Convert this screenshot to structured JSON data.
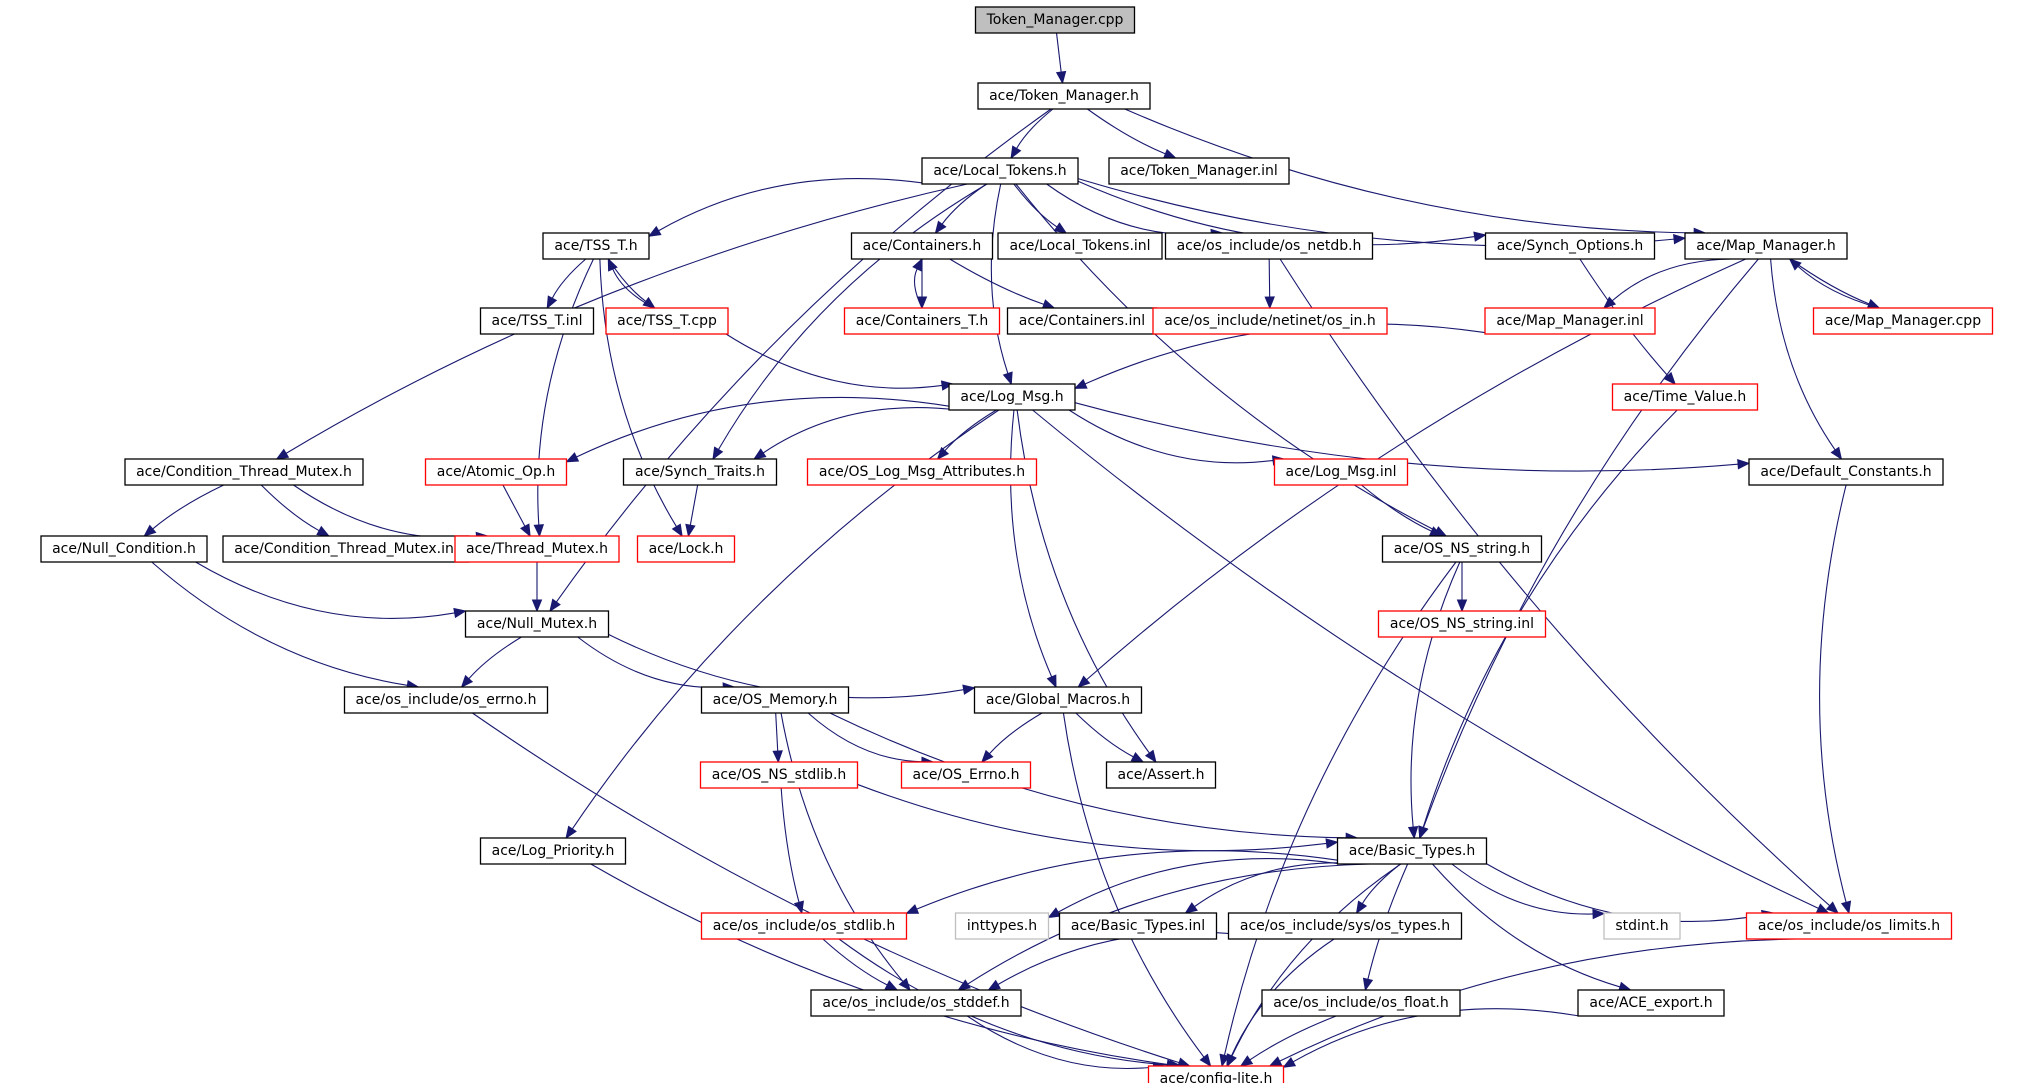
{
  "graph": {
    "root": "n0",
    "colors": {
      "edge": "#191970",
      "root_fill": "#bfbfbf",
      "border_default": "#000000",
      "border_red": "#ff0000",
      "border_gray": "#bfbfbf"
    },
    "nodes": [
      {
        "id": "n0",
        "label": "Token_Manager.cpp",
        "style": "root"
      },
      {
        "id": "n1",
        "label": "ace/Token_Manager.h",
        "style": "black"
      },
      {
        "id": "n2",
        "label": "ace/Local_Tokens.h",
        "style": "black"
      },
      {
        "id": "n3",
        "label": "ace/Token_Manager.inl",
        "style": "black"
      },
      {
        "id": "n4",
        "label": "ace/TSS_T.h",
        "style": "black"
      },
      {
        "id": "n5",
        "label": "ace/Containers.h",
        "style": "black"
      },
      {
        "id": "n6",
        "label": "ace/Local_Tokens.inl",
        "style": "black"
      },
      {
        "id": "n7",
        "label": "ace/os_include/os_netdb.h",
        "style": "black"
      },
      {
        "id": "n8",
        "label": "ace/Synch_Options.h",
        "style": "black"
      },
      {
        "id": "n9",
        "label": "ace/Map_Manager.h",
        "style": "black"
      },
      {
        "id": "n10",
        "label": "ace/TSS_T.inl",
        "style": "black"
      },
      {
        "id": "n11",
        "label": "ace/TSS_T.cpp",
        "style": "red"
      },
      {
        "id": "n12",
        "label": "ace/Containers_T.h",
        "style": "red"
      },
      {
        "id": "n13",
        "label": "ace/Containers.inl",
        "style": "black"
      },
      {
        "id": "n14",
        "label": "ace/os_include/netinet/os_in.h",
        "style": "red"
      },
      {
        "id": "n15",
        "label": "ace/Map_Manager.inl",
        "style": "red"
      },
      {
        "id": "n16",
        "label": "ace/Map_Manager.cpp",
        "style": "red"
      },
      {
        "id": "n17",
        "label": "ace/Log_Msg.h",
        "style": "black"
      },
      {
        "id": "n18",
        "label": "ace/Time_Value.h",
        "style": "red"
      },
      {
        "id": "n19",
        "label": "ace/Condition_Thread_Mutex.h",
        "style": "black"
      },
      {
        "id": "n20",
        "label": "ace/Atomic_Op.h",
        "style": "red"
      },
      {
        "id": "n21",
        "label": "ace/Synch_Traits.h",
        "style": "black"
      },
      {
        "id": "n22",
        "label": "ace/OS_Log_Msg_Attributes.h",
        "style": "red"
      },
      {
        "id": "n23",
        "label": "ace/Log_Msg.inl",
        "style": "red"
      },
      {
        "id": "n24",
        "label": "ace/Default_Constants.h",
        "style": "black"
      },
      {
        "id": "n25",
        "label": "ace/Null_Condition.h",
        "style": "black"
      },
      {
        "id": "n26",
        "label": "ace/Condition_Thread_Mutex.inl",
        "style": "black"
      },
      {
        "id": "n27",
        "label": "ace/Thread_Mutex.h",
        "style": "red"
      },
      {
        "id": "n28",
        "label": "ace/Lock.h",
        "style": "red"
      },
      {
        "id": "n29",
        "label": "ace/OS_NS_string.h",
        "style": "black"
      },
      {
        "id": "n30",
        "label": "ace/Null_Mutex.h",
        "style": "black"
      },
      {
        "id": "n31",
        "label": "ace/OS_NS_string.inl",
        "style": "red"
      },
      {
        "id": "n32",
        "label": "ace/os_include/os_errno.h",
        "style": "black"
      },
      {
        "id": "n33",
        "label": "ace/OS_Memory.h",
        "style": "black"
      },
      {
        "id": "n34",
        "label": "ace/Global_Macros.h",
        "style": "black"
      },
      {
        "id": "n35",
        "label": "ace/OS_NS_stdlib.h",
        "style": "red"
      },
      {
        "id": "n36",
        "label": "ace/OS_Errno.h",
        "style": "red"
      },
      {
        "id": "n37",
        "label": "ace/Assert.h",
        "style": "black"
      },
      {
        "id": "n38",
        "label": "ace/Log_Priority.h",
        "style": "black"
      },
      {
        "id": "n39",
        "label": "ace/Basic_Types.h",
        "style": "black"
      },
      {
        "id": "n40",
        "label": "ace/os_include/os_stdlib.h",
        "style": "red"
      },
      {
        "id": "n41",
        "label": "inttypes.h",
        "style": "gray"
      },
      {
        "id": "n42",
        "label": "ace/Basic_Types.inl",
        "style": "black"
      },
      {
        "id": "n43",
        "label": "ace/os_include/sys/os_types.h",
        "style": "black"
      },
      {
        "id": "n44",
        "label": "stdint.h",
        "style": "gray"
      },
      {
        "id": "n45",
        "label": "ace/os_include/os_limits.h",
        "style": "red"
      },
      {
        "id": "n46",
        "label": "ace/os_include/os_stddef.h",
        "style": "black"
      },
      {
        "id": "n47",
        "label": "ace/os_include/os_float.h",
        "style": "black"
      },
      {
        "id": "n48",
        "label": "ace/ACE_export.h",
        "style": "black"
      },
      {
        "id": "n49",
        "label": "ace/config-lite.h",
        "style": "red"
      }
    ],
    "edges": [
      [
        "n0",
        "n1"
      ],
      [
        "n1",
        "n2"
      ],
      [
        "n1",
        "n3"
      ],
      [
        "n1",
        "n30"
      ],
      [
        "n1",
        "n9"
      ],
      [
        "n2",
        "n4"
      ],
      [
        "n2",
        "n5"
      ],
      [
        "n2",
        "n6"
      ],
      [
        "n2",
        "n7"
      ],
      [
        "n2",
        "n8"
      ],
      [
        "n2",
        "n9"
      ],
      [
        "n2",
        "n19"
      ],
      [
        "n2",
        "n21"
      ],
      [
        "n2",
        "n17"
      ],
      [
        "n2",
        "n29"
      ],
      [
        "n4",
        "n10"
      ],
      [
        "n4",
        "n11"
      ],
      [
        "n4",
        "n27"
      ],
      [
        "n4",
        "n28"
      ],
      [
        "n11",
        "n4"
      ],
      [
        "n11",
        "n17"
      ],
      [
        "n5",
        "n12"
      ],
      [
        "n5",
        "n13"
      ],
      [
        "n12",
        "n5"
      ],
      [
        "n7",
        "n14"
      ],
      [
        "n7",
        "n45"
      ],
      [
        "n8",
        "n18"
      ],
      [
        "n9",
        "n15"
      ],
      [
        "n9",
        "n16"
      ],
      [
        "n9",
        "n24"
      ],
      [
        "n9",
        "n34"
      ],
      [
        "n9",
        "n39"
      ],
      [
        "n16",
        "n9"
      ],
      [
        "n15",
        "n17"
      ],
      [
        "n18",
        "n39"
      ],
      [
        "n17",
        "n20"
      ],
      [
        "n17",
        "n21"
      ],
      [
        "n17",
        "n22"
      ],
      [
        "n17",
        "n23"
      ],
      [
        "n17",
        "n24"
      ],
      [
        "n17",
        "n38"
      ],
      [
        "n17",
        "n34"
      ],
      [
        "n17",
        "n37"
      ],
      [
        "n17",
        "n45"
      ],
      [
        "n19",
        "n25"
      ],
      [
        "n19",
        "n26"
      ],
      [
        "n19",
        "n27"
      ],
      [
        "n20",
        "n27"
      ],
      [
        "n21",
        "n28"
      ],
      [
        "n23",
        "n29"
      ],
      [
        "n24",
        "n45"
      ],
      [
        "n25",
        "n30"
      ],
      [
        "n25",
        "n32"
      ],
      [
        "n27",
        "n30"
      ],
      [
        "n29",
        "n31"
      ],
      [
        "n29",
        "n39"
      ],
      [
        "n29",
        "n49"
      ],
      [
        "n30",
        "n32"
      ],
      [
        "n30",
        "n33"
      ],
      [
        "n30",
        "n34"
      ],
      [
        "n32",
        "n49"
      ],
      [
        "n33",
        "n35"
      ],
      [
        "n33",
        "n36"
      ],
      [
        "n33",
        "n39"
      ],
      [
        "n33",
        "n46"
      ],
      [
        "n34",
        "n36"
      ],
      [
        "n34",
        "n37"
      ],
      [
        "n34",
        "n49"
      ],
      [
        "n35",
        "n40"
      ],
      [
        "n35",
        "n39"
      ],
      [
        "n38",
        "n49"
      ],
      [
        "n39",
        "n40"
      ],
      [
        "n39",
        "n41"
      ],
      [
        "n39",
        "n42"
      ],
      [
        "n39",
        "n43"
      ],
      [
        "n39",
        "n44"
      ],
      [
        "n39",
        "n45"
      ],
      [
        "n39",
        "n46"
      ],
      [
        "n39",
        "n47"
      ],
      [
        "n39",
        "n48"
      ],
      [
        "n39",
        "n49"
      ],
      [
        "n40",
        "n46"
      ],
      [
        "n40",
        "n49"
      ],
      [
        "n43",
        "n46"
      ],
      [
        "n43",
        "n49"
      ],
      [
        "n45",
        "n49"
      ],
      [
        "n46",
        "n49"
      ],
      [
        "n47",
        "n49"
      ],
      [
        "n48",
        "n49"
      ]
    ]
  }
}
